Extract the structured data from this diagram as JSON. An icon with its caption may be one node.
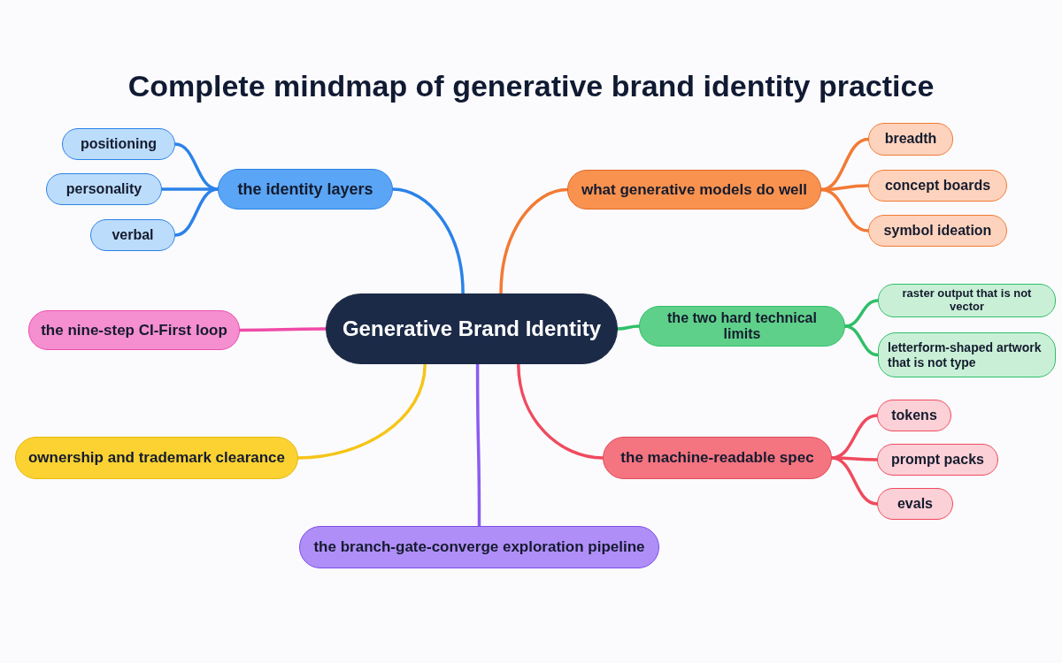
{
  "diagram": {
    "title": "Complete mindmap of generative brand identity practice",
    "nodes": [
      {
        "text": [
          "Generative Brand Identity"
        ]
      },
      {
        "text": [
          "the identity layers"
        ]
      },
      {
        "text": [
          "positioning"
        ]
      },
      {
        "text": [
          "personality"
        ]
      },
      {
        "text": [
          "verbal"
        ]
      },
      {
        "text": [
          "what generative models do well"
        ]
      },
      {
        "text": [
          "breadth"
        ]
      },
      {
        "text": [
          "concept boards"
        ]
      },
      {
        "text": [
          "symbol ideation"
        ]
      },
      {
        "text": [
          "the nine-step CI-First loop"
        ]
      },
      {
        "text": [
          "the two hard technical limits"
        ]
      },
      {
        "text": [
          "raster output that is not vector"
        ]
      },
      {
        "text": [
          "letterform-shaped artwork that is not type"
        ]
      },
      {
        "text": [
          "ownership and trademark clearance"
        ]
      },
      {
        "text": [
          "the machine-readable spec"
        ]
      },
      {
        "text": [
          "tokens"
        ]
      },
      {
        "text": [
          "prompt packs"
        ]
      },
      {
        "text": [
          "evals"
        ]
      },
      {
        "text": [
          "the branch-gate-converge exploration pipeline"
        ]
      }
    ],
    "edges": [
      {
        "from": 0,
        "to": 1,
        "arrow": "none",
        "color": "#2b82e8"
      },
      {
        "from": 1,
        "to": 2,
        "arrow": "none",
        "color": "#2b82e8"
      },
      {
        "from": 1,
        "to": 3,
        "arrow": "none",
        "color": "#2b82e8"
      },
      {
        "from": 1,
        "to": 4,
        "arrow": "none",
        "color": "#2b82e8"
      },
      {
        "from": 0,
        "to": 5,
        "arrow": "none",
        "color": "#f27a35"
      },
      {
        "from": 5,
        "to": 6,
        "arrow": "none",
        "color": "#f27a35"
      },
      {
        "from": 5,
        "to": 7,
        "arrow": "none",
        "color": "#f27a35"
      },
      {
        "from": 5,
        "to": 8,
        "arrow": "none",
        "color": "#f27a35"
      },
      {
        "from": 0,
        "to": 9,
        "arrow": "none",
        "color": "#f04aa8"
      },
      {
        "from": 0,
        "to": 10,
        "arrow": "none",
        "color": "#2fbf68"
      },
      {
        "from": 10,
        "to": 11,
        "arrow": "none",
        "color": "#2fbf68"
      },
      {
        "from": 10,
        "to": 12,
        "arrow": "none",
        "color": "#2fbf68"
      },
      {
        "from": 0,
        "to": 13,
        "arrow": "none",
        "color": "#f5c518"
      },
      {
        "from": 0,
        "to": 14,
        "arrow": "none",
        "color": "#f04a5e"
      },
      {
        "from": 14,
        "to": 15,
        "arrow": "none",
        "color": "#f04a5e"
      },
      {
        "from": 14,
        "to": 16,
        "arrow": "none",
        "color": "#f04a5e"
      },
      {
        "from": 14,
        "to": 17,
        "arrow": "none",
        "color": "#f04a5e"
      },
      {
        "from": 0,
        "to": 18,
        "arrow": "none",
        "color": "#8a5cf0"
      }
    ]
  }
}
